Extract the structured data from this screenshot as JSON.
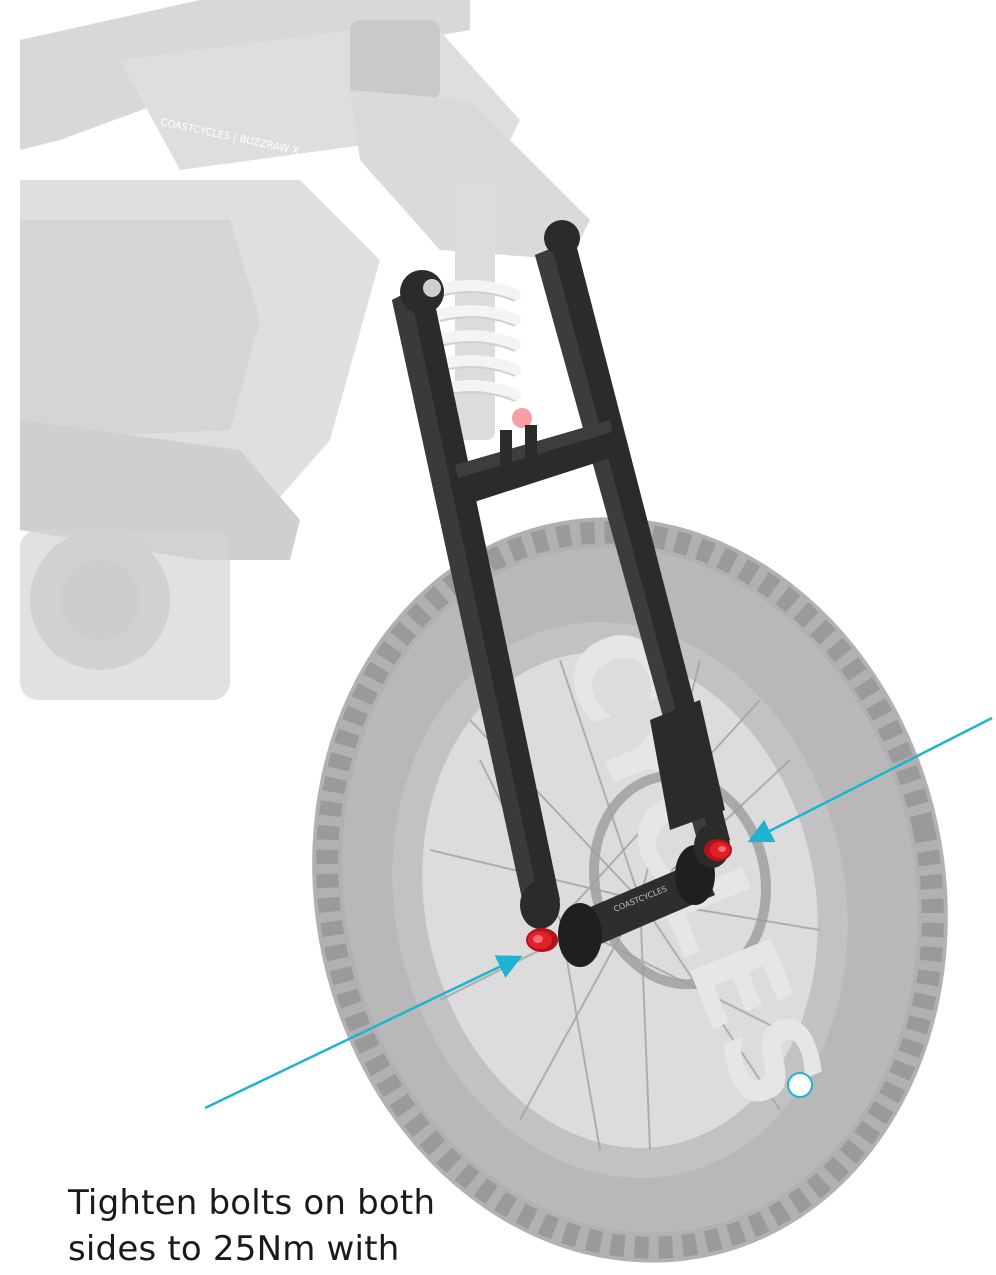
{
  "instruction": {
    "line1": "Tighten bolts on both",
    "line2": "sides to 25Nm with"
  },
  "branding": {
    "frame_logo": "COASTCYCLES | BUZZRAW X",
    "tire_logo": "CYCLES",
    "hub_logo": "COASTCYCLES"
  },
  "colors": {
    "background": "#ffffff",
    "ghost_gray": "#c9c9c9",
    "ghost_dark": "#a9a9a9",
    "fork_black": "#2b2b2b",
    "bolt_red": "#e0202a",
    "arrow_cyan": "#1fb3d1",
    "spring_white": "#f4f4f4"
  },
  "callouts": [
    {
      "target": "left-axle-bolt",
      "icon": "arrow-icon"
    },
    {
      "target": "right-axle-bolt",
      "icon": "arrow-icon"
    }
  ]
}
